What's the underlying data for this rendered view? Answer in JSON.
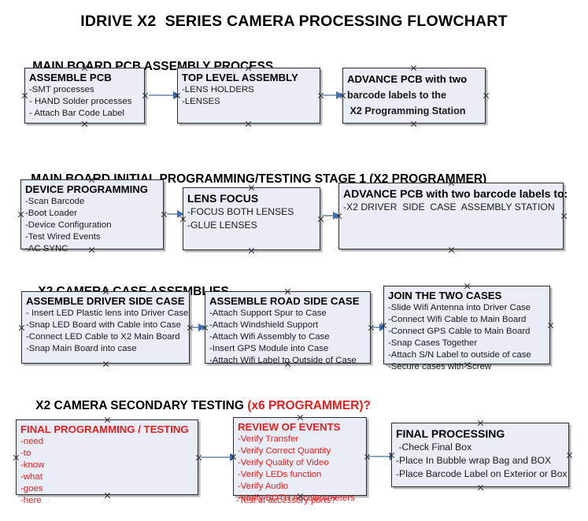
{
  "document": {
    "title": "IDRIVE X2  SERIES CAMERA PROCESSING FLOWCHART"
  },
  "colors": {
    "box_fill": "#e9edf6",
    "box_border": "#2b2b2b",
    "accent_red": "#e02020",
    "arrow_shaft": "#8ba4c0",
    "arrow_head": "#3f6fb5",
    "text": "#000000"
  },
  "sections": [
    {
      "heading": "MAIN BOARD PCB ASSEMBLY PROCESS",
      "heading_accent": "",
      "boxes": [
        {
          "title": "ASSEMBLE PCB",
          "lines": [
            "-SMT processes",
            "- HAND Solder processes",
            "- Attach Bar Code Label"
          ]
        },
        {
          "title": "TOP LEVEL ASSEMBLY",
          "lines": [
            "-LENS HOLDERS",
            "-LENSES"
          ]
        },
        {
          "title": "ADVANCE PCB with two",
          "lines": [
            "barcode labels to the",
            " X2 Programming Station"
          ]
        }
      ]
    },
    {
      "heading": "MAIN BOARD INITIAL PROGRAMMING/TESTING STAGE 1 (X2 PROGRAMMER)",
      "heading_accent": "",
      "boxes": [
        {
          "title": "DEVICE PROGRAMMING",
          "lines": [
            "-Scan Barcode",
            "-Boot Loader",
            "-Device Configuration",
            "-Test Wired Events",
            "-AC SYNC"
          ]
        },
        {
          "title": "LENS FOCUS",
          "lines": [
            "-FOCUS BOTH LENSES",
            "-GLUE LENSES"
          ]
        },
        {
          "title": "ADVANCE PCB with two barcode labels to:",
          "lines": [
            "-X2 DRIVER  SIDE  CASE  ASSEMBLY STATION"
          ]
        }
      ]
    },
    {
      "heading": "X2 CAMERA CASE ASSEMBLIES",
      "heading_accent": "",
      "boxes": [
        {
          "title": "ASSEMBLE DRIVER SIDE CASE",
          "lines": [
            "- Insert LED Plastic lens into Driver Case",
            "-Snap LED Board with Cable into Case",
            "-Connect LED Cable to X2 Main Board",
            "-Snap Main Board into case"
          ]
        },
        {
          "title": "ASSEMBLE ROAD SIDE CASE",
          "lines": [
            "-Attach Support Spur to Case",
            "-Attach Windshield Support",
            "-Attach Wifi Assembly to Case",
            "-Insert GPS Module into Case",
            "-Attach Wifi Label to Outside of Case"
          ]
        },
        {
          "title": "JOIN THE TWO CASES",
          "lines": [
            "-Slide Wifi Antenna into Driver Case",
            "-Connect Wifi Cable to Main Board",
            "-Connect GPS Cable to Main Board",
            "-Snap Cases Together",
            "-Attach S/N Label to outside of case",
            "-Secure cases with Screw"
          ]
        }
      ]
    },
    {
      "heading": "X2 CAMERA SECONDARY TESTING ",
      "heading_accent": "(x6 PROGRAMMER)?",
      "boxes": [
        {
          "title": "FINAL PROGRAMMING / TESTING",
          "lines": [
            "-need",
            "-to",
            "-know",
            "-what",
            "-goes",
            "-here"
          ]
        },
        {
          "title": "REVIEW OF EVENTS",
          "lines": [
            "-Verify Transfer",
            "-Verify Correct Quantity",
            "-Verify Quality of Video",
            "-Verify LEDs function",
            "-Verify Audio",
            "-Verify BOTH Accelerometers"
          ],
          "overflow_line": "-Test of accessory ports?"
        },
        {
          "title": "FINAL PROCESSING",
          "lines": [
            " -Check Final Box",
            "-Place In Bubble wrap Bag and BOX",
            "-Place Barcode Label on Exterior or Box"
          ]
        }
      ]
    }
  ]
}
